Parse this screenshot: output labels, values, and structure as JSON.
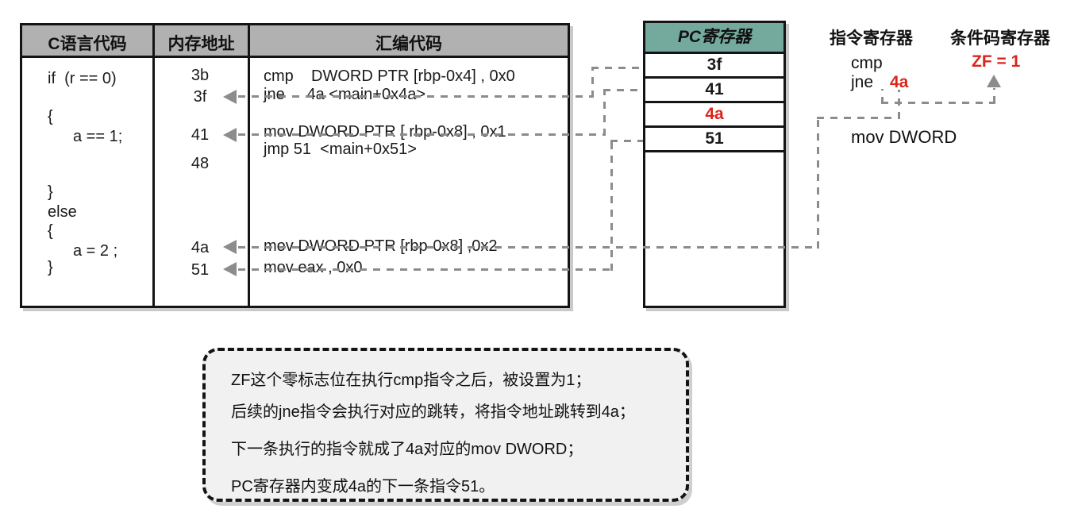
{
  "colors": {
    "table_header_gray": "#b1b1b1",
    "pc_header_teal": "#73aa9d",
    "highlight_red": "#d9251c",
    "dash_gray": "#8c8c8c",
    "border_black": "#141414",
    "note_background": "#f1f1f1"
  },
  "main_table": {
    "headers": {
      "c_code": "C语言代码",
      "memory_address": "内存地址",
      "assembly": "汇编代码"
    },
    "c_code_lines": [
      "if  (r == 0)",
      "{",
      "a == 1;",
      "}",
      "else",
      "{",
      "a = 2 ;",
      "}"
    ],
    "addresses": [
      "3b",
      "3f",
      "41",
      "48",
      "4a",
      "51"
    ],
    "assembly_lines": [
      "cmp    DWORD PTR [rbp-0x4] , 0x0",
      "jne     4a <main+0x4a>",
      "mov DWORD PTR [ rbp-0x8] , 0x1",
      "jmp 51  <main+0x51>",
      "mov DWORD PTR [rbp-0x8] ,0x2",
      "mov eax , 0x0"
    ]
  },
  "pc_register": {
    "title": "PC寄存器",
    "rows": [
      "3f",
      "41",
      "4a",
      "51"
    ]
  },
  "instruction_register": {
    "title": "指令寄存器",
    "current_line_1": "cmp",
    "current_line_2": "jne",
    "jump_target": "4a",
    "next_instruction": "mov DWORD"
  },
  "condition_register": {
    "title": "条件码寄存器",
    "flag": "ZF = 1"
  },
  "note_box": {
    "lines": [
      "ZF这个零标志位在执行cmp指令之后，被设置为1；",
      "后续的jne指令会执行对应的跳转，将指令地址跳转到4a；",
      "下一条执行的指令就成了4a对应的mov DWORD；",
      "PC寄存器内变成4a的下一条指令51。"
    ]
  }
}
